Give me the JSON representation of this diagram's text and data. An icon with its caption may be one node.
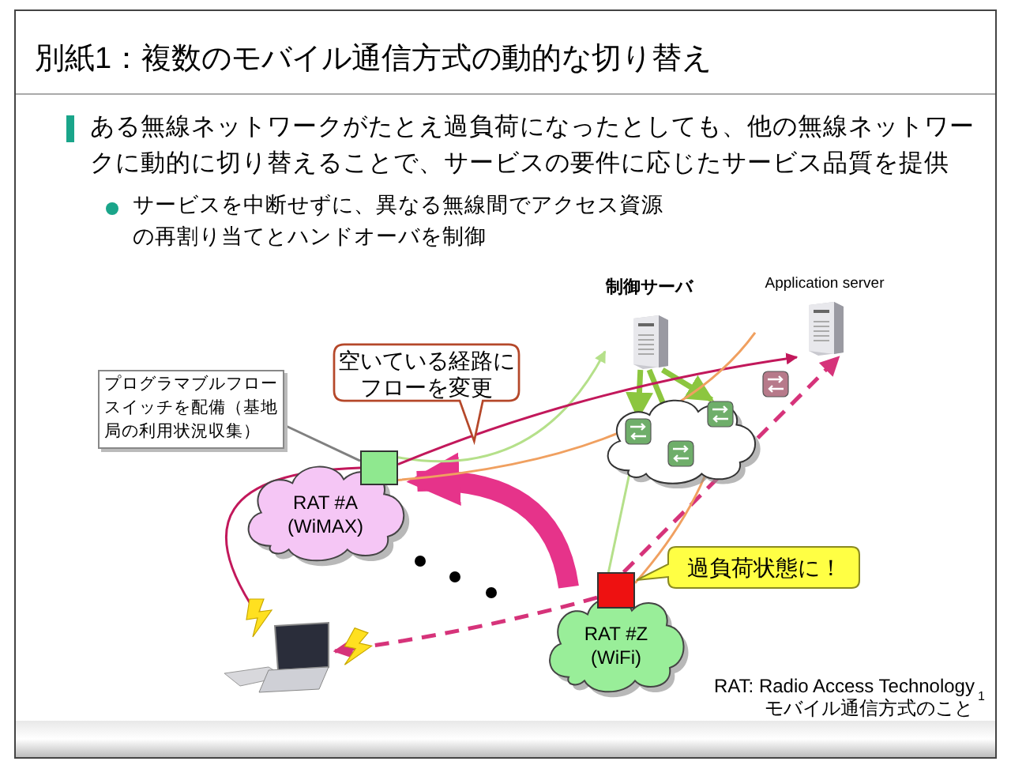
{
  "diagram": {
    "title": "別紙1：複数のモバイル通信方式の動的な切り替え",
    "nodes": [
      {
        "text": [
          "プログラマブルフロースイッチを配備（基地局の利用状況収集）"
        ]
      },
      {
        "text": [
          "空いている経路にフローを変更"
        ]
      },
      {
        "text": [
          "制御サーバ"
        ]
      },
      {
        "text": [
          "Application server"
        ]
      },
      {
        "text": [],
        "shape": "cloud"
      },
      {
        "text": [],
        "shape": "box",
        "in": 4
      },
      {
        "text": [],
        "shape": "box",
        "in": 4
      },
      {
        "text": [],
        "shape": "box",
        "in": 4
      },
      {
        "text": [],
        "shape": "box"
      },
      {
        "text": [
          "RAT #A (WiMAX)"
        ]
      },
      {
        "text": [],
        "shape": "box"
      },
      {
        "text": [
          "RAT #Z (WiFi)"
        ]
      },
      {
        "text": [],
        "shape": "box"
      },
      {
        "text": [
          "過負荷状態に！"
        ]
      },
      {
        "text": [],
        "shape": "picture"
      }
    ],
    "edges": [
      {
        "from": 0,
        "to": 10,
        "arrow": "none",
        "color": "#808080"
      },
      {
        "from": 11,
        "to": 9,
        "arrow": "to",
        "style": "thick",
        "color": "#e6338a"
      },
      {
        "from": 10,
        "to": 2,
        "arrow": "to",
        "color": "#b5e08a"
      },
      {
        "from": 2,
        "to": 5,
        "arrow": "to",
        "style": "thick",
        "color": "#8cc63f"
      },
      {
        "from": 2,
        "to": 6,
        "arrow": "to",
        "style": "thick",
        "color": "#8cc63f"
      },
      {
        "from": 2,
        "to": 7,
        "arrow": "to",
        "style": "thick",
        "color": "#8cc63f"
      },
      {
        "from": 12,
        "to": 5,
        "arrow": "none",
        "color": "#b5e08a"
      },
      {
        "from": 10,
        "to": 3,
        "arrow": "to",
        "color": "#c2185b"
      },
      {
        "from": 10,
        "to": 14,
        "arrow": "to",
        "color": "#c2185b"
      },
      {
        "from": 12,
        "to": 3,
        "arrow": "to",
        "style": "dashed",
        "color": "#d6337a"
      },
      {
        "from": 12,
        "to": 14,
        "arrow": "to",
        "style": "dashed",
        "color": "#d6337a"
      },
      {
        "from": 10,
        "to": 3,
        "arrow": "none",
        "color": "#f0a060"
      },
      {
        "from": 12,
        "to": 7,
        "arrow": "none",
        "color": "#f0a060"
      }
    ],
    "labels": [
      "ある無線ネットワークがたとえ過負荷になったとしても、他の無線ネットワークに動的に切り替えることで、サービスの要件に応じたサービス品質を提供",
      "サービスを中断せずに、異なる無線間でアクセス資源の再割り当てとハンドオーバを制御",
      "RAT: Radio Access Technology",
      "モバイル通信方式のこと",
      "1"
    ]
  }
}
